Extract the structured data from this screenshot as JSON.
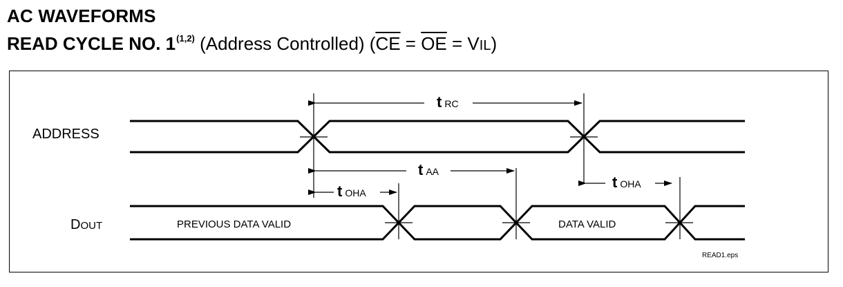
{
  "header": {
    "title": "AC WAVEFORMS",
    "subtitle_main": "READ CYCLE NO. 1",
    "subtitle_notes": "(1,2)",
    "subtitle_desc": "(Address Controlled) (",
    "ce": "CE",
    "eq1": " = ",
    "oe": "OE",
    "eq2": " = V",
    "vil_sub": "IL",
    "close": ")"
  },
  "diagram": {
    "signals": {
      "address": "ADDRESS",
      "dout_big": "D",
      "dout_small": "OUT"
    },
    "data_labels": {
      "previous": "PREVIOUS DATA VALID",
      "valid": "DATA VALID"
    },
    "timing": {
      "trc_t": "t",
      "trc_sub": "RC",
      "taa_t": "t",
      "taa_sub": "AA",
      "toha1_t": "t",
      "toha1_sub": "OHA",
      "toha2_t": "t",
      "toha2_sub": "OHA"
    },
    "file_label": "READ1.eps"
  }
}
